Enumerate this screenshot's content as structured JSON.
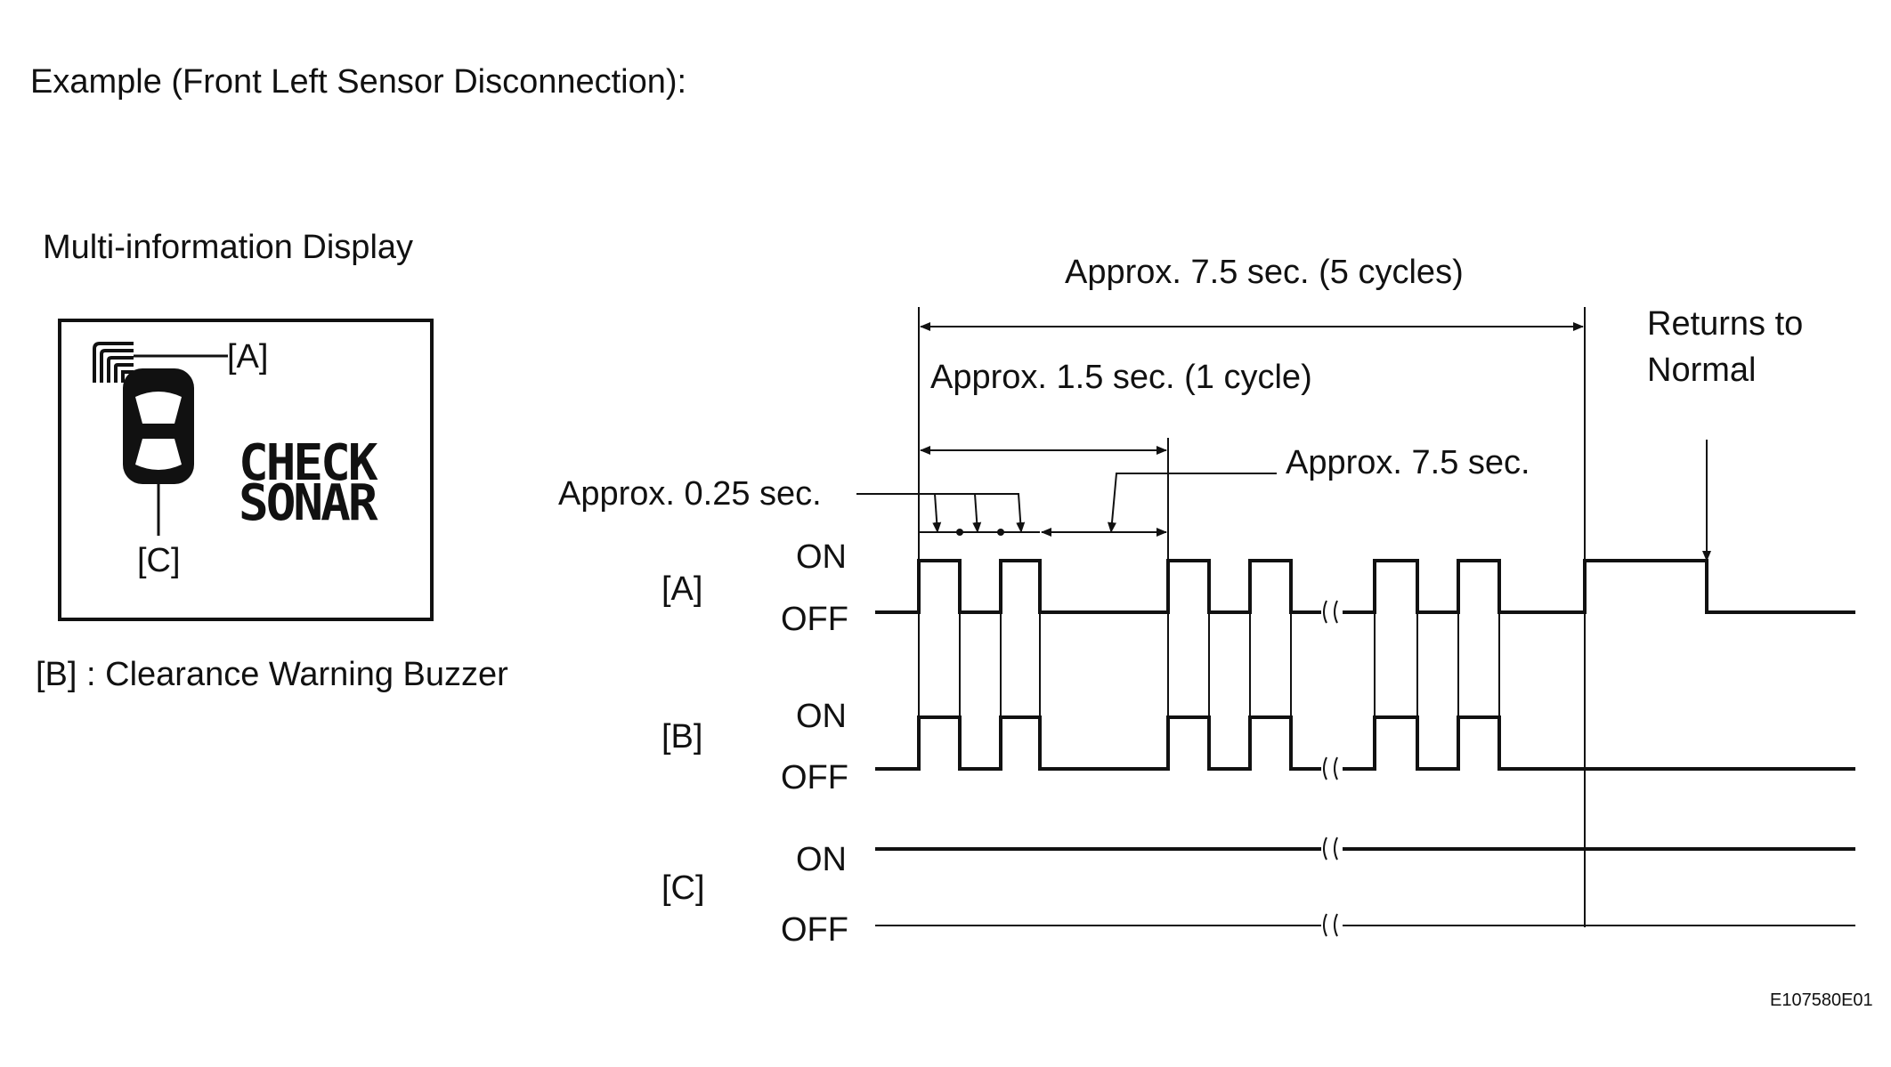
{
  "title": "Example (Front Left Sensor Disconnection):",
  "display": {
    "heading": "Multi-information Display",
    "label_a": "[A]",
    "label_c": "[C]",
    "message_line1": "CHECK",
    "message_line2": "SONAR"
  },
  "legend_b": "[B] : Clearance Warning Buzzer",
  "timing": {
    "total_label": "Approx. 7.5 sec. (5 cycles)",
    "cycle_label": "Approx. 1.5 sec. (1 cycle)",
    "pulse_label": "Approx. 0.25 sec.",
    "off_label": "Approx. 7.5 sec.",
    "returns_label_line1": "Returns to",
    "returns_label_line2": "Normal",
    "signals": [
      {
        "name": "[A]",
        "on": "ON",
        "off": "OFF"
      },
      {
        "name": "[B]",
        "on": "ON",
        "off": "OFF"
      },
      {
        "name": "[C]",
        "on": "ON",
        "off": "OFF"
      }
    ]
  },
  "figure_code": "E107580E01",
  "colors": {
    "ink": "#111111",
    "background": "#ffffff"
  }
}
